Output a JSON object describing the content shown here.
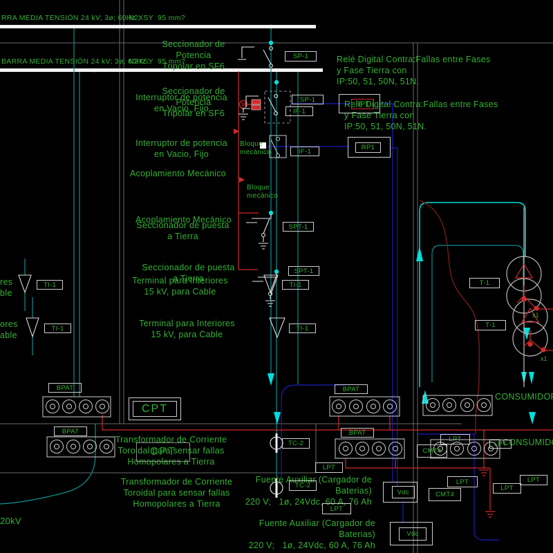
{
  "busbars": {
    "bus1_label": "RRA MEDIA TENSIÓN 24 kV; 3ø; 60Hz ;",
    "bus2_label": "BARRA MEDIA TENSIÓN 24 kV; 3ø; 60Hz ;",
    "cable_spec": "N2XSY  95 mm?"
  },
  "notes": {
    "secc_potencia": "Seccionador de\nPotencia\nTripolar en SF6",
    "interruptor": "Interruptor de potencia\nen Vacio, Fijo",
    "rele": "Relé Digital Contra:Fallas entre Fases\ny Fase Tierra con\nIP:50, 51, 50N, 51N.",
    "acoplamiento": "Acoplamiento Mecánico",
    "bloque": "Bloque\nmecánico",
    "secc_tierra": "Seccionador de puesta\na Tierra",
    "terminal": "Terminal para Interiores\n15 kV, para Cable",
    "terminal_cut1": "res\nble",
    "terminal_cut2": "ores\nable",
    "trafo_corriente": "Transformador de Corriente\nToroidal para sensar fallas\nHomopolares a Tierra",
    "fuente": "Fuente Auxiliar (Cargador de\nBaterias)\n220 V;   1ø, 24Vdc, 60 A, 76 Ah",
    "consumidores": "CONSUMIDORES",
    "kv20": "20kV",
    "x1": "x1",
    "motor": "M"
  },
  "labels": {
    "sp1": "SP-1",
    "if1": "IF-1",
    "rp1": "RP1",
    "spt1": "SPT-1",
    "ti1": "TI-1",
    "bpat": "BPAT",
    "cpt": "CPT",
    "tc2": "TC-2",
    "lpt": "LPT",
    "cmt4": "CMT4",
    "vdc": "Vdc",
    "t1": "T-1"
  },
  "colors": {
    "text_green": "#35b235",
    "busbar_white": "#f2f2f2",
    "frame_gray": "#6a6a6a",
    "feeder_cyan": "#00dede",
    "feeder_teal": "#0e8f8f",
    "control_blue": "#1c1cbe",
    "wiring_red": "#d22b2b",
    "wiring_maroon": "#7c1d1d"
  }
}
